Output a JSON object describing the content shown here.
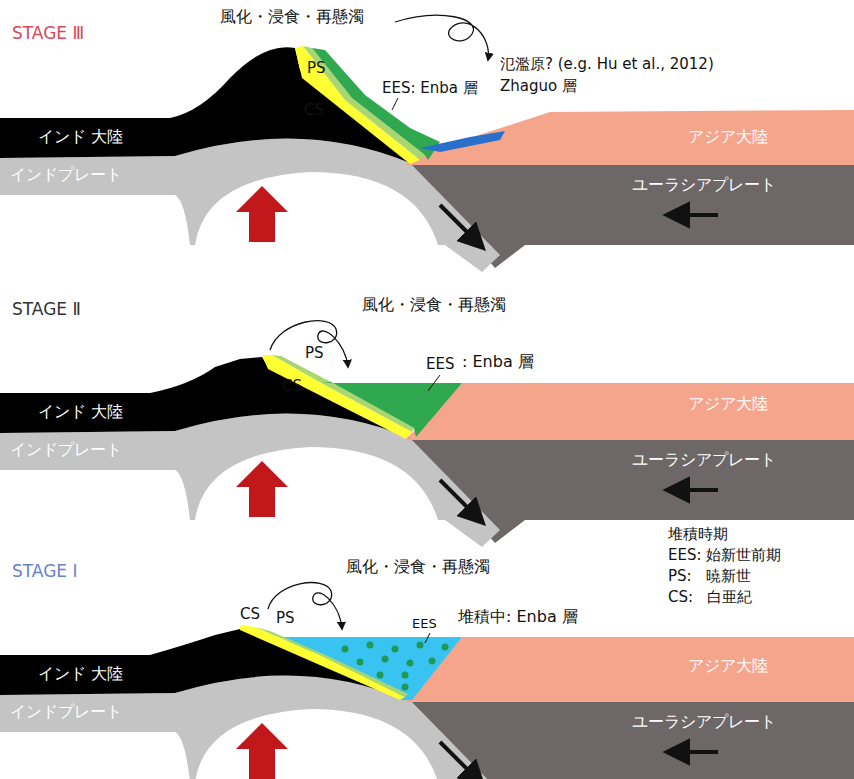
{
  "diagram": {
    "labels": [
      "STAGE Ⅲ",
      "風化・浸食・再懸濁",
      "PS",
      "CS",
      "EES: Enba 層",
      "氾濫原? (e.g. Hu et al., 2012)",
      "Zhaguo 層",
      "インド 大陸",
      "インドプレート",
      "アジア大陸",
      "ユーラシアプレート",
      "STAGE Ⅱ",
      "風化・浸食・再懸濁",
      "PS",
      "CS",
      "EES",
      ": Enba 層",
      "インド 大陸",
      "インドプレート",
      "アジア大陸",
      "ユーラシアプレート",
      "堆積時期",
      "EES: 始新世前期",
      "PS:   暁新世",
      "CS:   白亜紀",
      "STAGE Ⅰ",
      "風化・浸食・再懸濁",
      "CS",
      "PS",
      "EES",
      "堆積中: Enba 層",
      "インド 大陸",
      "インドプレート",
      "アジア大陸",
      "ユーラシアプレート"
    ]
  }
}
